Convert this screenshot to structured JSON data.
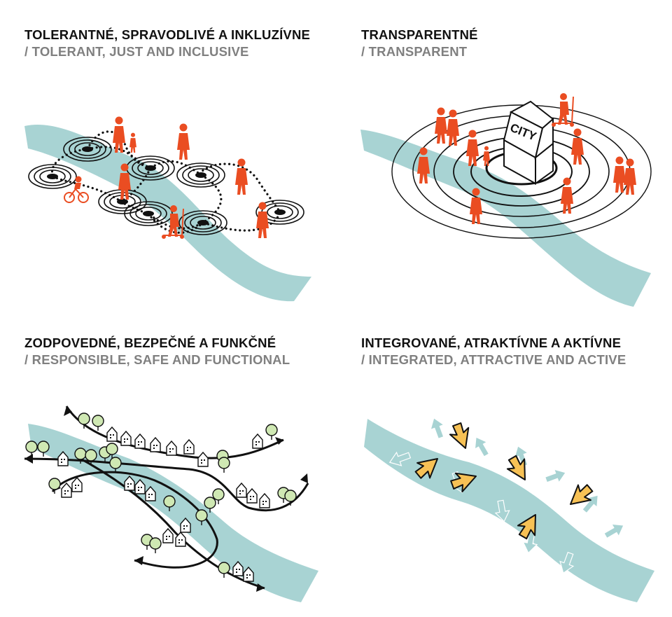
{
  "panels": [
    {
      "title_sk": "TOLERANTNÉ, SPRAVODLIVÉ A INKLUZÍVNE",
      "title_en": "/ TOLERANT, JUST AND INCLUSIVE"
    },
    {
      "title_sk": "TRANSPARENTNÉ",
      "title_en": "/ TRANSPARENT",
      "building_label": "CITY"
    },
    {
      "title_sk": "ZODPOVEDNÉ, BEZPEČNÉ A FUNKČNÉ",
      "title_en": "/ RESPONSIBLE, SAFE AND FUNCTIONAL"
    },
    {
      "title_sk": "INTEGROVANÉ, ATRAKTÍVNE A AKTÍVNE",
      "title_en": "/ INTEGRATED, ATTRACTIVE AND ACTIVE"
    }
  ],
  "colors": {
    "river": "#a8d3d3",
    "people": "#ea4d22",
    "trees": "#cfe8b3",
    "arrows_yellow": "#f7c155",
    "arrows_blue": "#a8d3d3",
    "ink": "#111111"
  },
  "icons": [
    "river-shape",
    "person-icon",
    "cyclist-icon",
    "scooter-icon",
    "ripple-node-icon",
    "city-building-icon",
    "house-icon",
    "tree-icon",
    "road-arrow-icon",
    "inward-arrow-icon",
    "outward-arrow-icon"
  ]
}
